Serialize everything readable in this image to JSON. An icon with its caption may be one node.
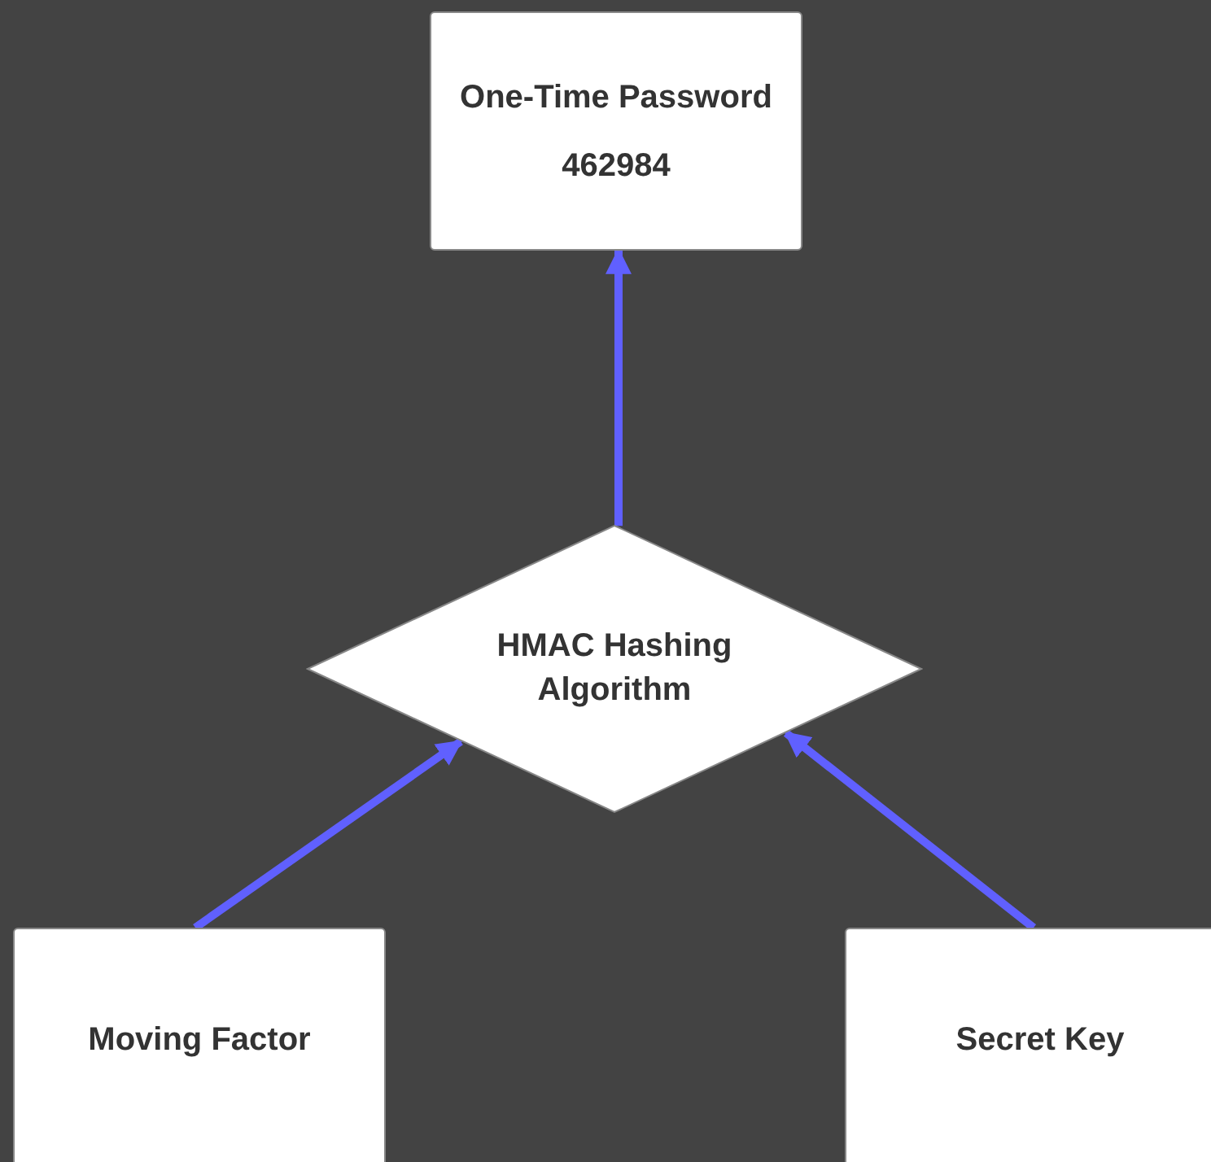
{
  "diagram": {
    "nodes": [
      {
        "text": [
          "One-Time Password",
          "462984"
        ]
      },
      {
        "text": [
          "HMAC Hashing Algorithm"
        ]
      },
      {
        "text": [
          "Moving Factor"
        ]
      },
      {
        "text": [
          "Secret Key"
        ]
      }
    ],
    "edges": [
      {
        "from": 1,
        "to": 0,
        "arrow": "to"
      },
      {
        "from": 2,
        "to": 1,
        "arrow": "to"
      },
      {
        "from": 3,
        "to": 1,
        "arrow": "to"
      }
    ]
  }
}
